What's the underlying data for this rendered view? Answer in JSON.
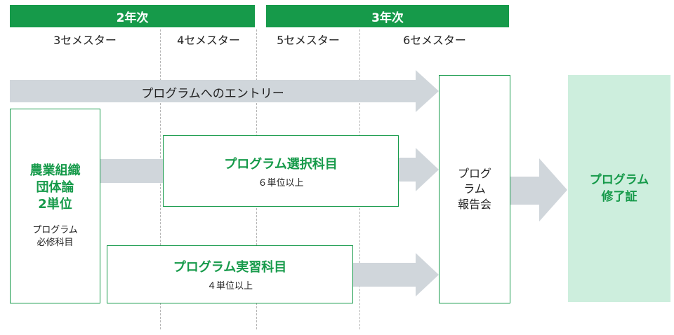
{
  "years": {
    "year2": "2年次",
    "year3": "3年次"
  },
  "semesters": [
    "3セメスター",
    "4セメスター",
    "5セメスター",
    "6セメスター"
  ],
  "entry_arrow_label": "プログラムへのエントリー",
  "required_box": {
    "title_lines": [
      "農業組織",
      "団体論",
      "2単位"
    ],
    "sub_lines": [
      "プログラム",
      "必修科目"
    ]
  },
  "elective_box": {
    "title": "プログラム選択科目",
    "units": "６単位以上"
  },
  "practicum_box": {
    "title": "プログラム実習科目",
    "units": "４単位以上"
  },
  "report_box": {
    "lines": [
      "プログ",
      "ラム",
      "報告会"
    ]
  },
  "certificate_box": {
    "lines": [
      "プログラム",
      "修了証"
    ]
  },
  "colors": {
    "accent_green": "#169a4a",
    "arrow_gray": "#d0d6db",
    "certificate_bg": "#cdeedd"
  }
}
